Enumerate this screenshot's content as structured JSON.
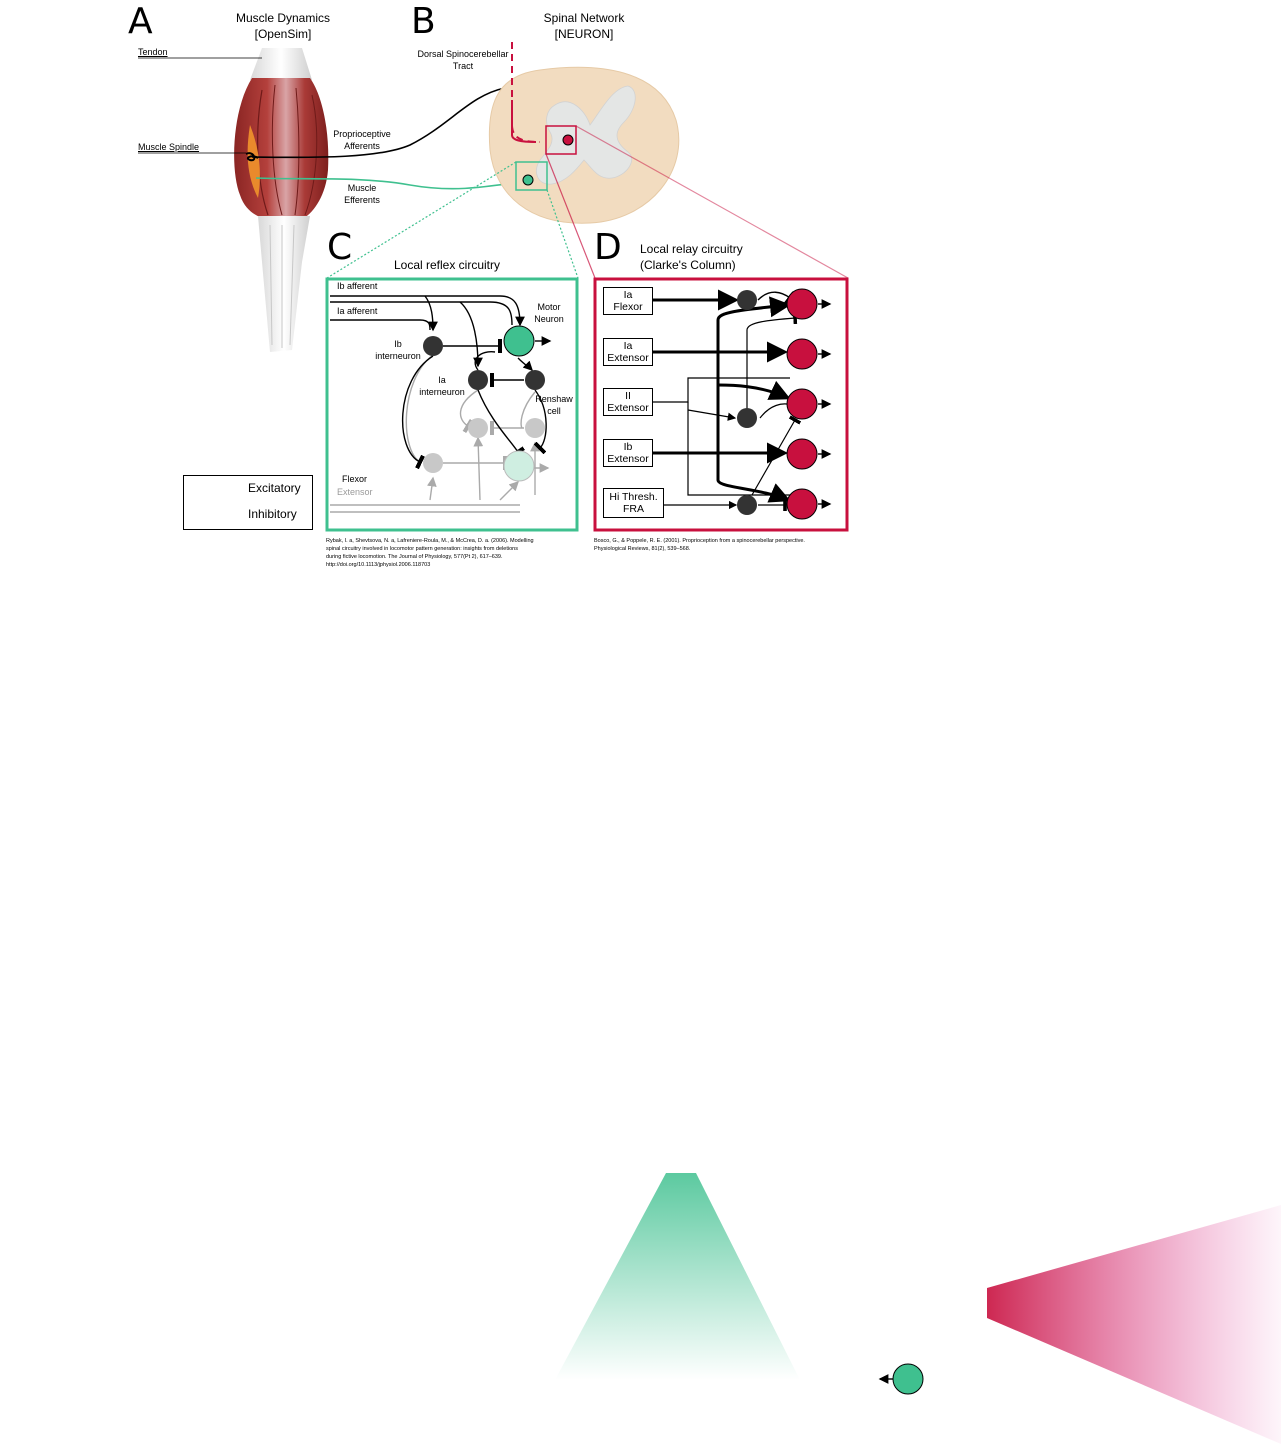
{
  "colors": {
    "green": "#3fc08f",
    "crimson": "#c8103e",
    "muscle": "#9e2d2b",
    "spinal_beige": "#f2dcc0",
    "gray": "#bdbdbd",
    "dark_neuron": "#333333"
  },
  "panel_a": {
    "letter": "A",
    "title": "Muscle Dynamics\n[OpenSim]",
    "tendon_label": "Tendon",
    "spindle_label": "Muscle Spindle",
    "afferents_label": "Proprioceptive\nAfferents",
    "efferents_label": "Muscle\nEfferents"
  },
  "panel_b": {
    "letter": "B",
    "title": "Spinal Network\n[NEURON]",
    "tract_label": "Dorsal Spinocerebellar\nTract"
  },
  "panel_c": {
    "letter": "C",
    "title": "Local reflex circuitry",
    "ib_afferent": "Ib afferent",
    "ia_afferent": "Ia afferent",
    "motor_neuron": "Motor\nNeuron",
    "ib_interneuron": "Ib\ninterneuron",
    "ia_interneuron": "Ia\ninterneuron",
    "renshaw": "Renshaw\ncell",
    "flexor": "Flexor",
    "extensor": "Extensor",
    "reference": "Rybak, I. a, Shevtsova, N. a, Lafreniere-Roula, M., & McCrea, D. a. (2006). Modelling\nspinal circuitry involved in locomotor pattern generation: insights from deletions\nduring fictive locomotion. The Journal of Physiology, 577(Pt 2), 617–639.\nhttp://doi.org/10.1113/jphysiol.2006.118703"
  },
  "panel_d": {
    "letter": "D",
    "title": "Local relay circuitry\n(Clarke's Column)",
    "inputs": [
      "Ia\nFlexor",
      "Ia\nExtensor",
      "II\nExtensor",
      "Ib\nExtensor",
      "Hi Thresh.\nFRA"
    ],
    "reference": "Bosco, G., & Poppele, R. E. (2001). Proprioception from a spinocerebellar perspective.\nPhysiological Reviews, 81(2), 539–568."
  },
  "legend": {
    "excitatory": "Excitatory",
    "inhibitory": "Inhibitory"
  }
}
